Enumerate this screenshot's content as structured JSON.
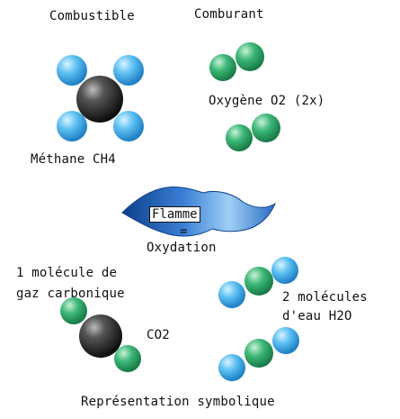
{
  "labels": {
    "combustible": "Combustible",
    "comburant": "Comburant",
    "oxygene": "Oxygène O2 (2x)",
    "methane": "Méthane CH4",
    "flamme": "Flamme",
    "equals": "=",
    "oxydation": "Oxydation",
    "co2_line1": "1 molécule de",
    "co2_line2": "gaz carbonique",
    "co2": "CO2",
    "h2o_line1": "2 molécules",
    "h2o_line2": "d'eau H2O",
    "footer": "Représentation symbolique"
  },
  "colors": {
    "hydrogen": "#3aa6e8",
    "oxygen": "#2a9a62",
    "carbon": "#2a2a2a",
    "flame": "#1f5fb8"
  }
}
